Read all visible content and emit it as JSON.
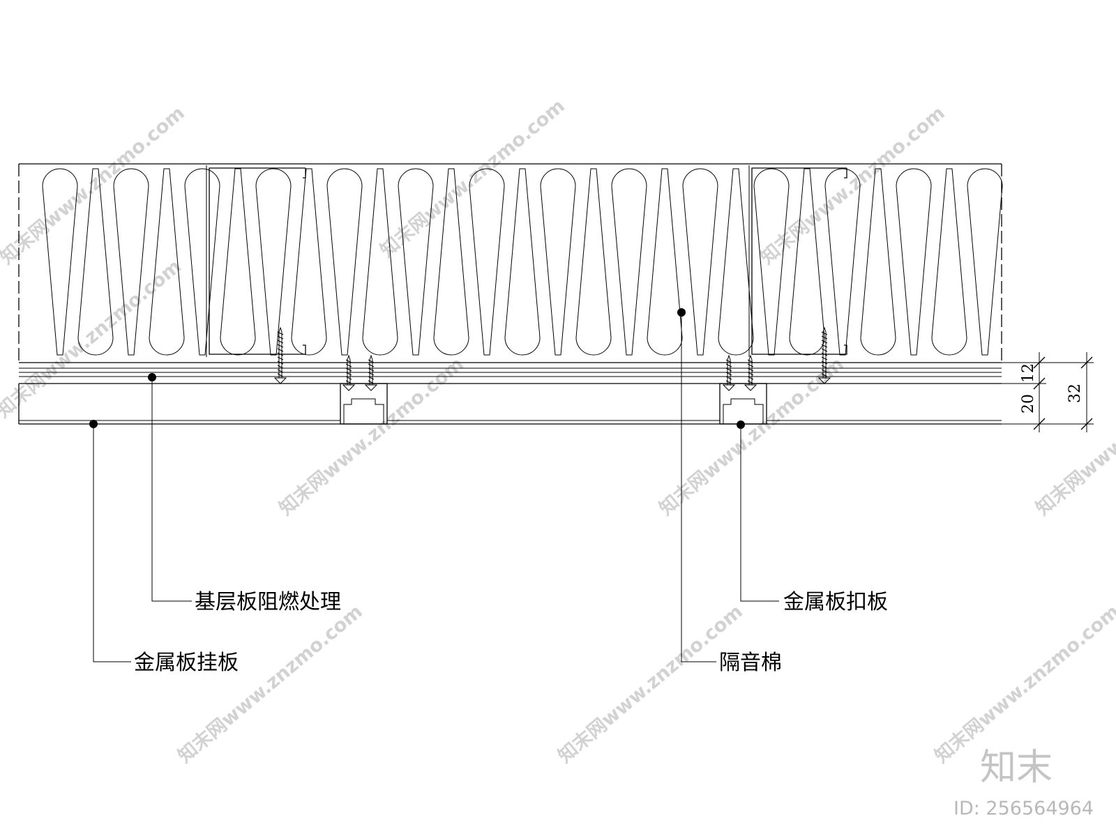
{
  "labels": {
    "base_board": "基层板阻燃处理",
    "hanging_panel": "金属板挂板",
    "cover_plate": "金属板扣板",
    "sound_insulation": "隔音棉"
  },
  "dimensions": {
    "board": "12",
    "panel": "20",
    "total": "32"
  },
  "watermark": {
    "text": "知末网www.znzmo.com",
    "brand": "知末",
    "id": "ID: 256564964"
  }
}
